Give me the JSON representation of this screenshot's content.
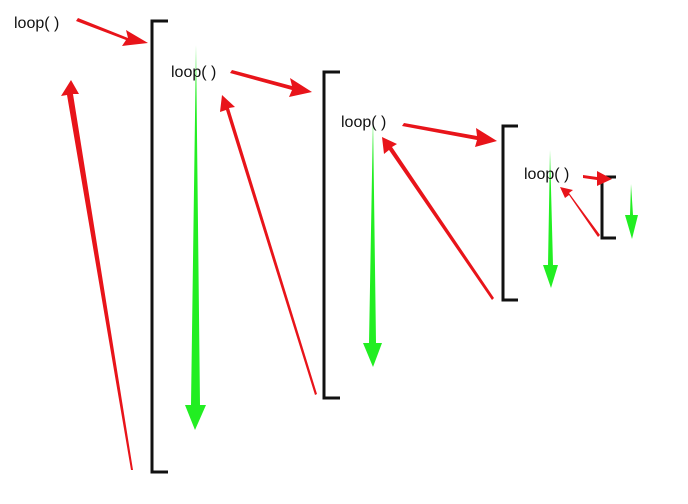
{
  "diagram": {
    "labels": [
      "loop(  )",
      "loop(  )",
      "loop(  )",
      "loop(  )"
    ],
    "colors": {
      "bracket": "#111111",
      "call_arrow": "#e8141a",
      "return_arrow": "#e8141a",
      "descend_arrow": "#22ee22",
      "background": "#ffffff"
    }
  }
}
